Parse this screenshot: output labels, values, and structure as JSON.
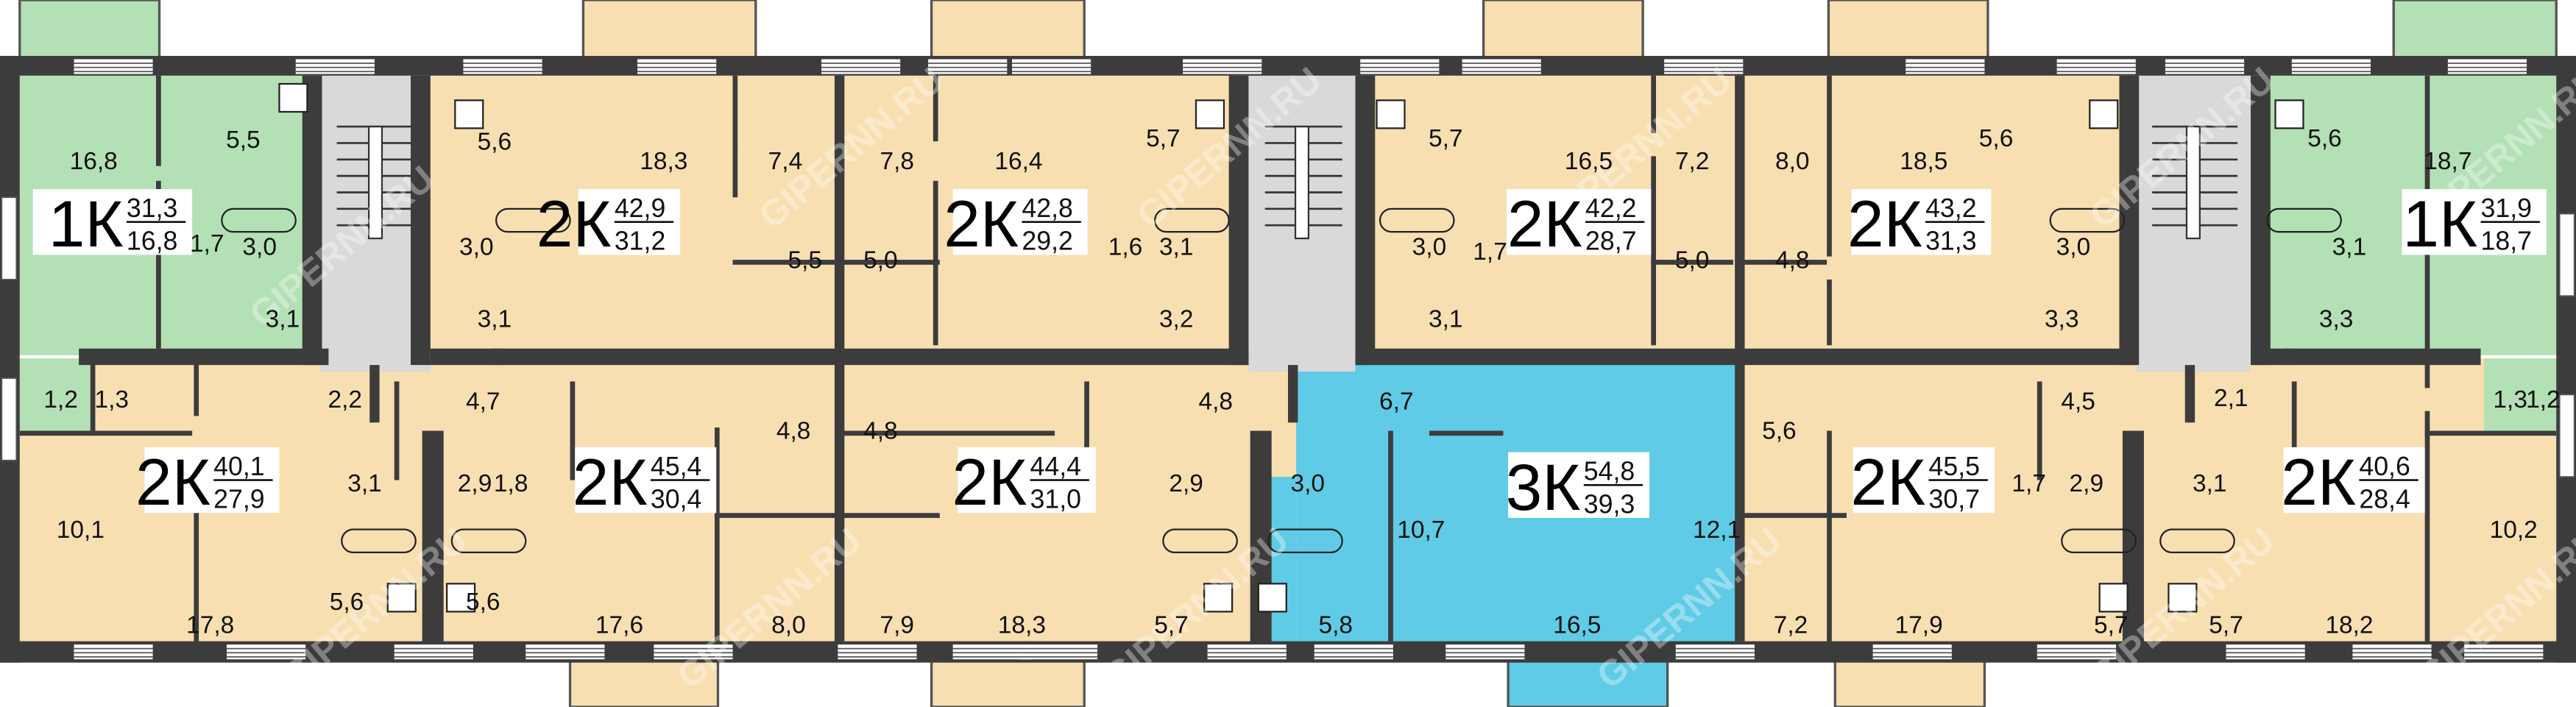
{
  "watermark": "GIPERNN.RU",
  "colors": {
    "wall": "#3c3c3c",
    "one_room": "#b3e0b5",
    "two_room": "#f8dfb1",
    "three_room": "#5fcbe6",
    "stairwell": "#d9d9d9"
  },
  "apartments": [
    {
      "type": "1К",
      "total": "31,3",
      "living": "16,8",
      "rooms": [
        "16,8",
        "5,5",
        "1,7",
        "3,0",
        "3,1",
        "1,2"
      ]
    },
    {
      "type": "2К",
      "total": "42,9",
      "living": "31,2",
      "rooms": [
        "5,6",
        "3,0",
        "3,1",
        "18,3",
        "7,4",
        "5,5"
      ]
    },
    {
      "type": "2К",
      "total": "42,8",
      "living": "29,2",
      "rooms": [
        "7,8",
        "16,4",
        "5,0",
        "5,7",
        "1,6",
        "3,1",
        "3,2"
      ]
    },
    {
      "type": "2К",
      "total": "42,2",
      "living": "28,7",
      "rooms": [
        "5,7",
        "3,0",
        "1,7",
        "3,1",
        "16,5",
        "7,2",
        "5,0"
      ]
    },
    {
      "type": "2К",
      "total": "43,2",
      "living": "31,3",
      "rooms": [
        "8,0",
        "18,5",
        "4,8",
        "5,6",
        "3,0",
        "3,3"
      ]
    },
    {
      "type": "1К",
      "total": "31,9",
      "living": "18,7",
      "rooms": [
        "5,6",
        "3,1",
        "3,3",
        "18,7",
        "1,2"
      ]
    },
    {
      "type": "2К",
      "total": "40,1",
      "living": "27,9",
      "rooms": [
        "1,3",
        "2,2",
        "10,1",
        "17,8",
        "3,1",
        "5,6"
      ]
    },
    {
      "type": "2К",
      "total": "45,4",
      "living": "30,4",
      "rooms": [
        "4,7",
        "2,9",
        "1,8",
        "5,6",
        "17,6",
        "4,8",
        "8,0"
      ]
    },
    {
      "type": "2К",
      "total": "44,4",
      "living": "31,0",
      "rooms": [
        "4,8",
        "7,9",
        "18,3",
        "4,8",
        "2,9",
        "5,7"
      ]
    },
    {
      "type": "3К",
      "total": "54,8",
      "living": "39,3",
      "rooms": [
        "6,7",
        "3,0",
        "5,8",
        "10,7",
        "16,5",
        "12,1"
      ]
    },
    {
      "type": "2К",
      "total": "45,5",
      "living": "30,7",
      "rooms": [
        "5,6",
        "7,2",
        "17,9",
        "4,5",
        "1,7",
        "2,9",
        "5,7"
      ]
    },
    {
      "type": "2К",
      "total": "40,6",
      "living": "28,4",
      "rooms": [
        "2,1",
        "3,1",
        "5,7",
        "18,2",
        "1,3",
        "1,2",
        "10,2"
      ]
    }
  ]
}
